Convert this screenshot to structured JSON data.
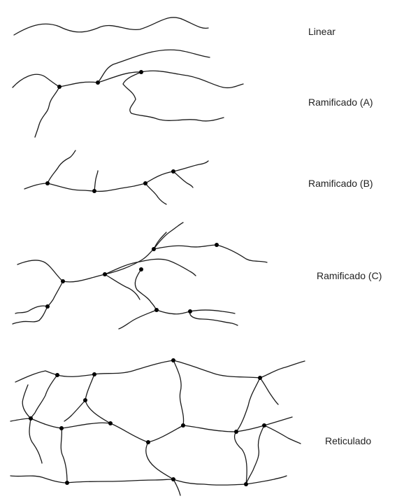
{
  "labels": {
    "linear": "Linear",
    "branched_a": "Ramificado (A)",
    "branched_b": "Ramificado (B)",
    "branched_c": "Ramificado (C)",
    "crosslinked": "Reticulado"
  },
  "colors": {
    "line": "#1a1a1a",
    "node": "#000000",
    "text": "#222222"
  }
}
